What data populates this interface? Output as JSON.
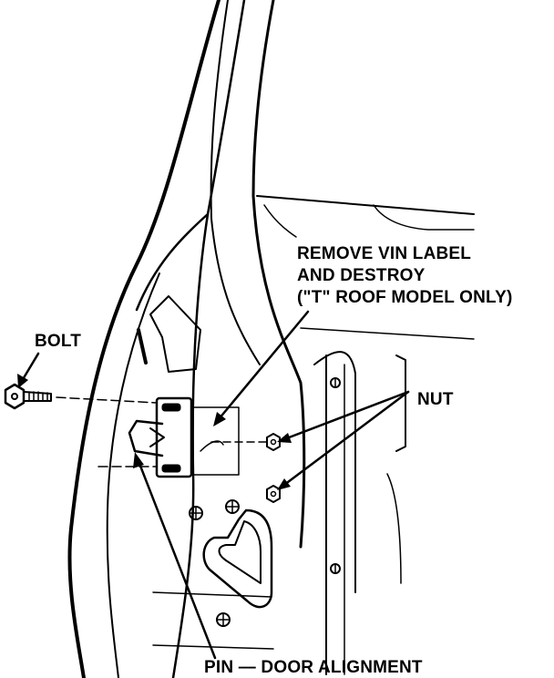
{
  "labels": {
    "bolt": "BOLT",
    "remove_vin_line1": "REMOVE VIN LABEL",
    "remove_vin_line2": "AND DESTROY",
    "remove_vin_line3": "(\"T\" ROOF MODEL ONLY)",
    "nut": "NUT",
    "pin": "PIN — DOOR ALIGNMENT"
  },
  "colors": {
    "ink": "#000000",
    "paper": "#ffffff"
  }
}
